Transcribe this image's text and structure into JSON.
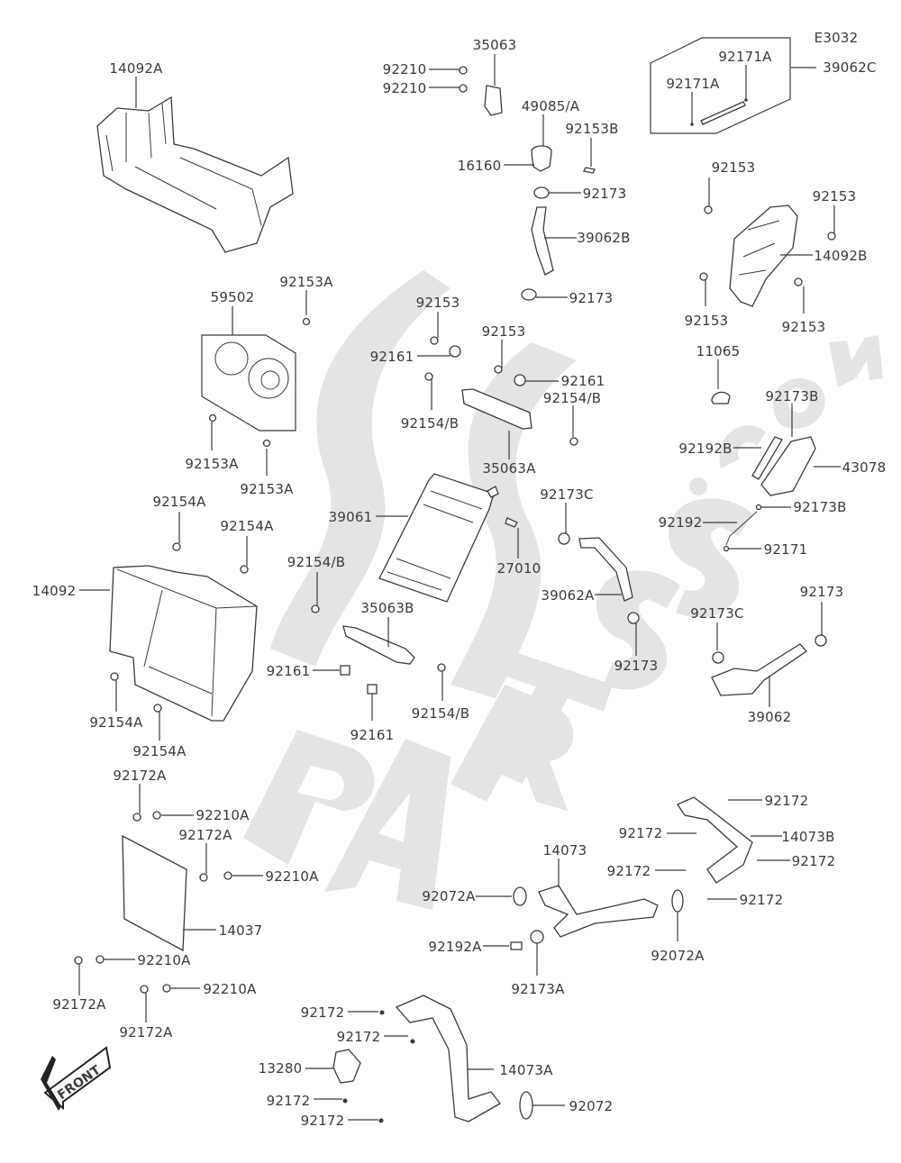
{
  "diagram": {
    "code": "E3032",
    "front_arrow": "FRONT",
    "watermark": "PARTSS.com",
    "labels": {
      "l_14092A": "14092A",
      "l_35063": "35063",
      "l_92210_1": "92210",
      "l_92210_2": "92210",
      "l_49085A": "49085/A",
      "l_92153B": "92153B",
      "l_16160": "16160",
      "l_92173_1": "92173",
      "l_39062B": "39062B",
      "l_92173_2": "92173",
      "l_92171A_1": "92171A",
      "l_92171A_2": "92171A",
      "l_39062C": "39062C",
      "l_92153_r1": "92153",
      "l_92153_r2": "92153",
      "l_14092B": "14092B",
      "l_92153_r3": "92153",
      "l_92153_r4": "92153",
      "l_59502": "59502",
      "l_92153A_1": "92153A",
      "l_92153A_2": "92153A",
      "l_92153A_3": "92153A",
      "l_92153_c1": "92153",
      "l_92161_1": "92161",
      "l_92153_c2": "92153",
      "l_92161_2": "92161",
      "l_92154B_1": "92154/B",
      "l_92154B_2": "92154/B",
      "l_35063A": "35063A",
      "l_11065": "11065",
      "l_92173B_1": "92173B",
      "l_92192B": "92192B",
      "l_43078": "43078",
      "l_92173B_2": "92173B",
      "l_92192": "92192",
      "l_92171": "92171",
      "l_92154A_1": "92154A",
      "l_92154A_2": "92154A",
      "l_14092": "14092",
      "l_92154A_3": "92154A",
      "l_92154A_4": "92154A",
      "l_39061": "39061",
      "l_27010": "27010",
      "l_92173C_1": "92173C",
      "l_39062A": "39062A",
      "l_92173_3": "92173",
      "l_92154B_3": "92154/B",
      "l_35063B": "35063B",
      "l_92161_3": "92161",
      "l_92161_4": "92161",
      "l_92154B_4": "92154/B",
      "l_92173C_2": "92173C",
      "l_92173_4": "92173",
      "l_39062": "39062",
      "l_92172A_1": "92172A",
      "l_92210A_1": "92210A",
      "l_92172A_2": "92172A",
      "l_92210A_2": "92210A",
      "l_14037": "14037",
      "l_92210A_3": "92210A",
      "l_92172A_3": "92172A",
      "l_92210A_4": "92210A",
      "l_92172A_4": "92172A",
      "l_92172_1": "92172",
      "l_92172_2": "92172",
      "l_14073B": "14073B",
      "l_92172_3": "92172",
      "l_14073": "14073",
      "l_92172_4": "92172",
      "l_92072A_1": "92072A",
      "l_92172_5": "92172",
      "l_92192A": "92192A",
      "l_92173A": "92173A",
      "l_92072A_2": "92072A",
      "l_92172_6": "92172",
      "l_92172_7": "92172",
      "l_13280": "13280",
      "l_14073A": "14073A",
      "l_92172_8": "92172",
      "l_92172_9": "92172",
      "l_92072": "92072"
    }
  }
}
